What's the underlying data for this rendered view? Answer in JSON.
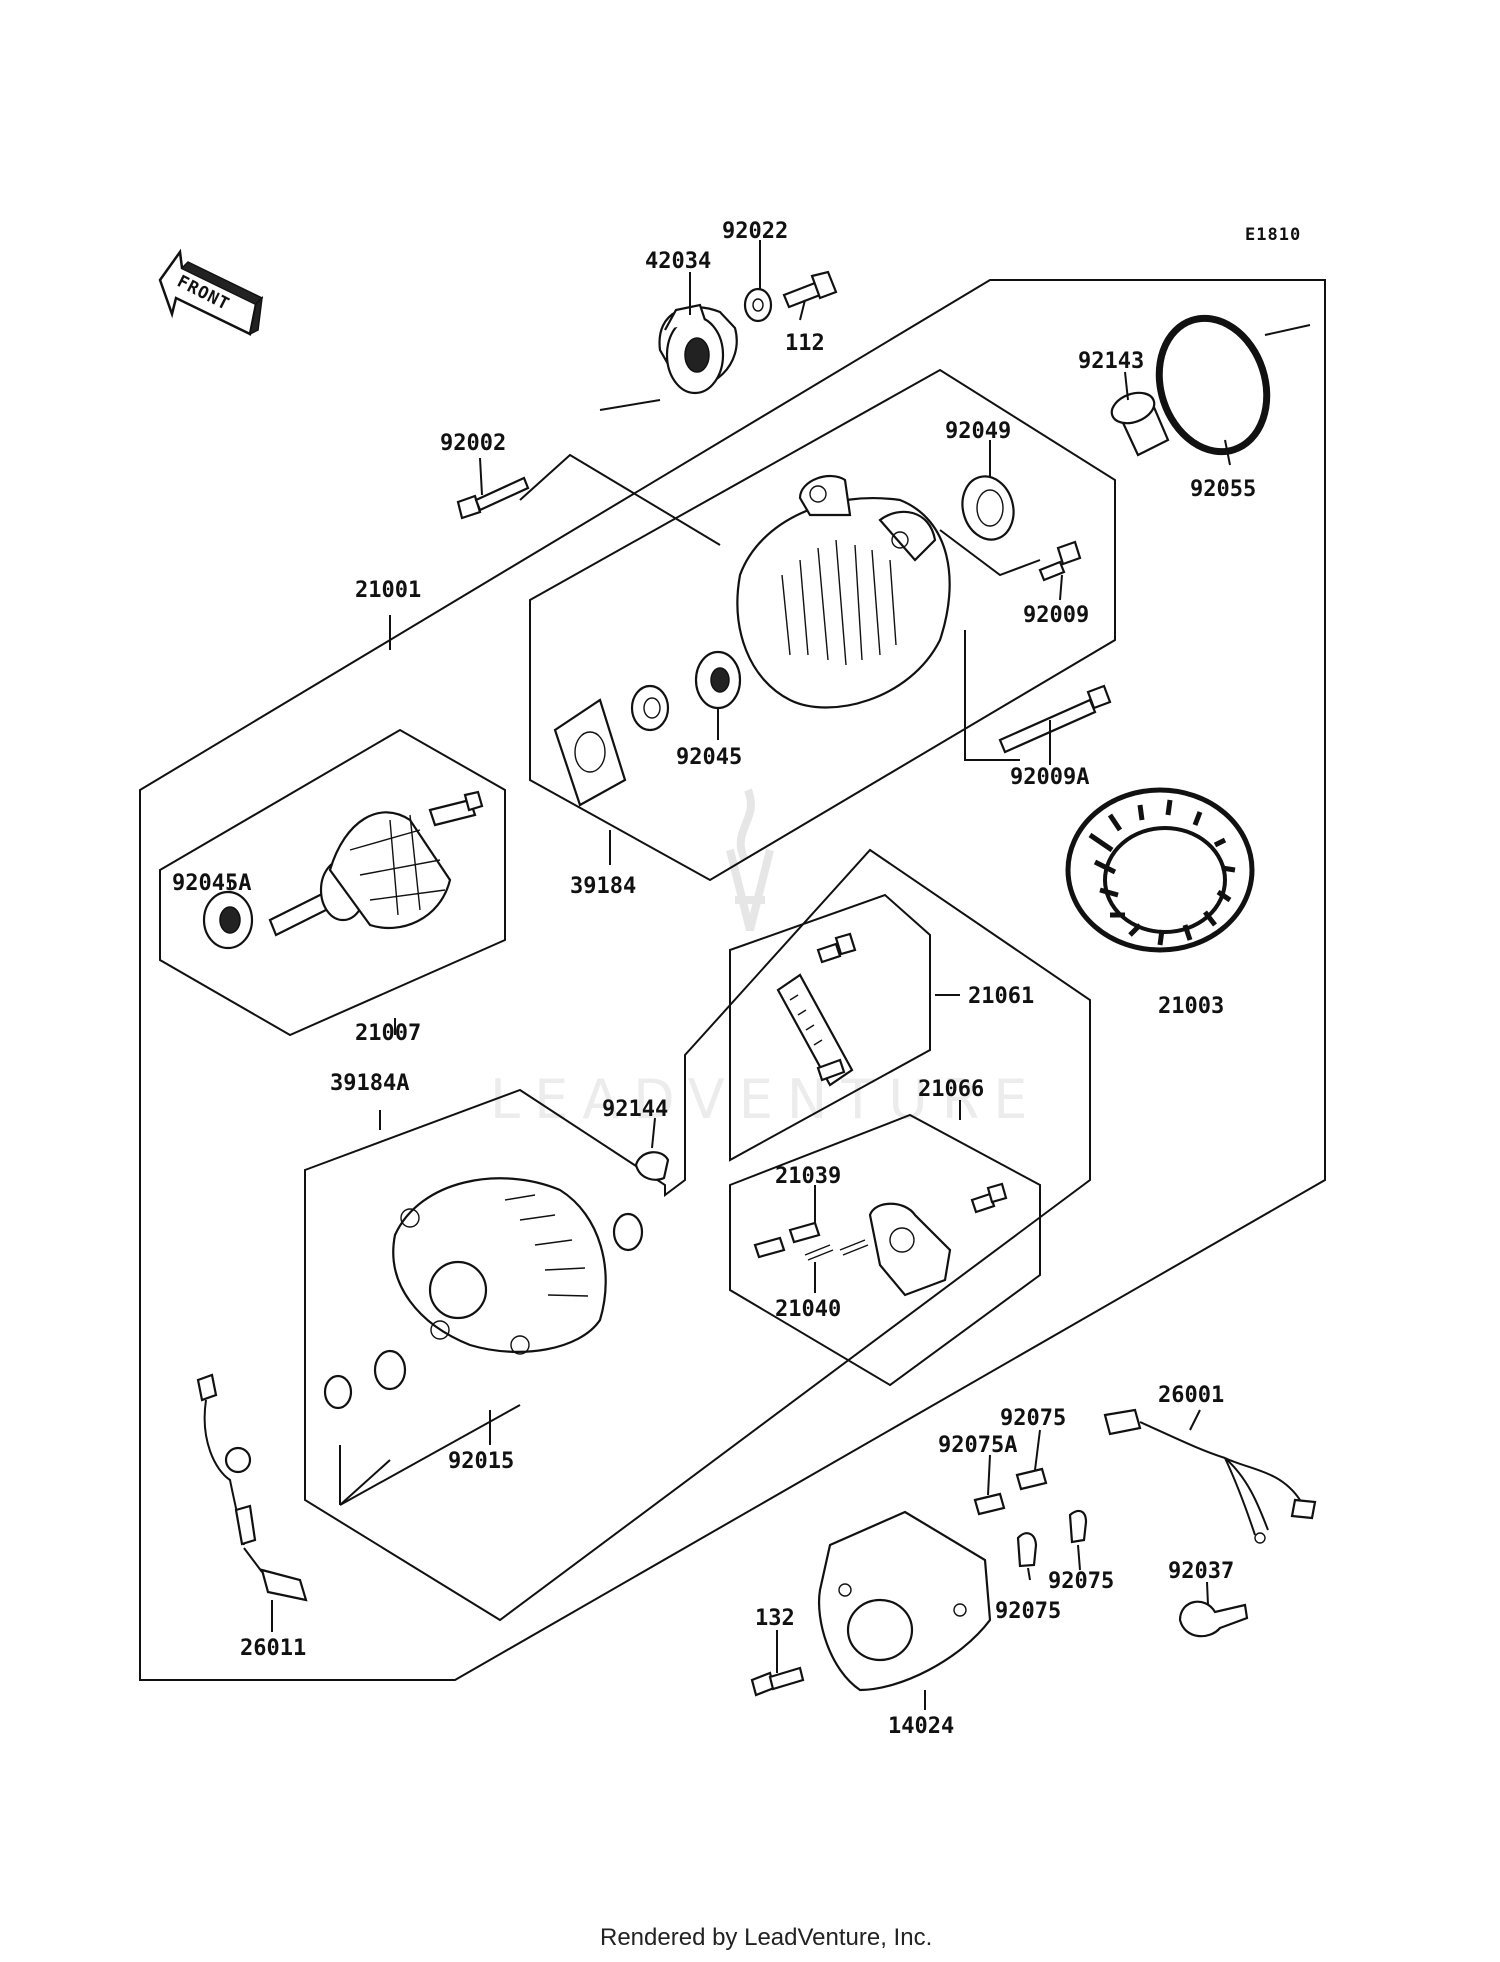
{
  "diagram_code": "E1810",
  "front_label": "FRONT",
  "watermark": "LEADVENTURE",
  "footer": "Rendered by LeadVenture, Inc.",
  "labels": {
    "p42034": "42034",
    "p92022": "92022",
    "p112": "112",
    "p92143": "92143",
    "p92055": "92055",
    "p92002": "92002",
    "p92049": "92049",
    "p92009": "92009",
    "p21001": "21001",
    "p92045": "92045",
    "p92009A": "92009A",
    "p39184": "39184",
    "p92045A": "92045A",
    "p21007": "21007",
    "p21061": "21061",
    "p21003": "21003",
    "p39184A": "39184A",
    "p92144": "92144",
    "p21066": "21066",
    "p21039": "21039",
    "p21040": "21040",
    "p92015": "92015",
    "p26001": "26001",
    "p92075_a": "92075",
    "p92075A": "92075A",
    "p92075_b": "92075",
    "p92075_c": "92075",
    "p92037": "92037",
    "p132": "132",
    "p14024": "14024",
    "p26011": "26011"
  }
}
